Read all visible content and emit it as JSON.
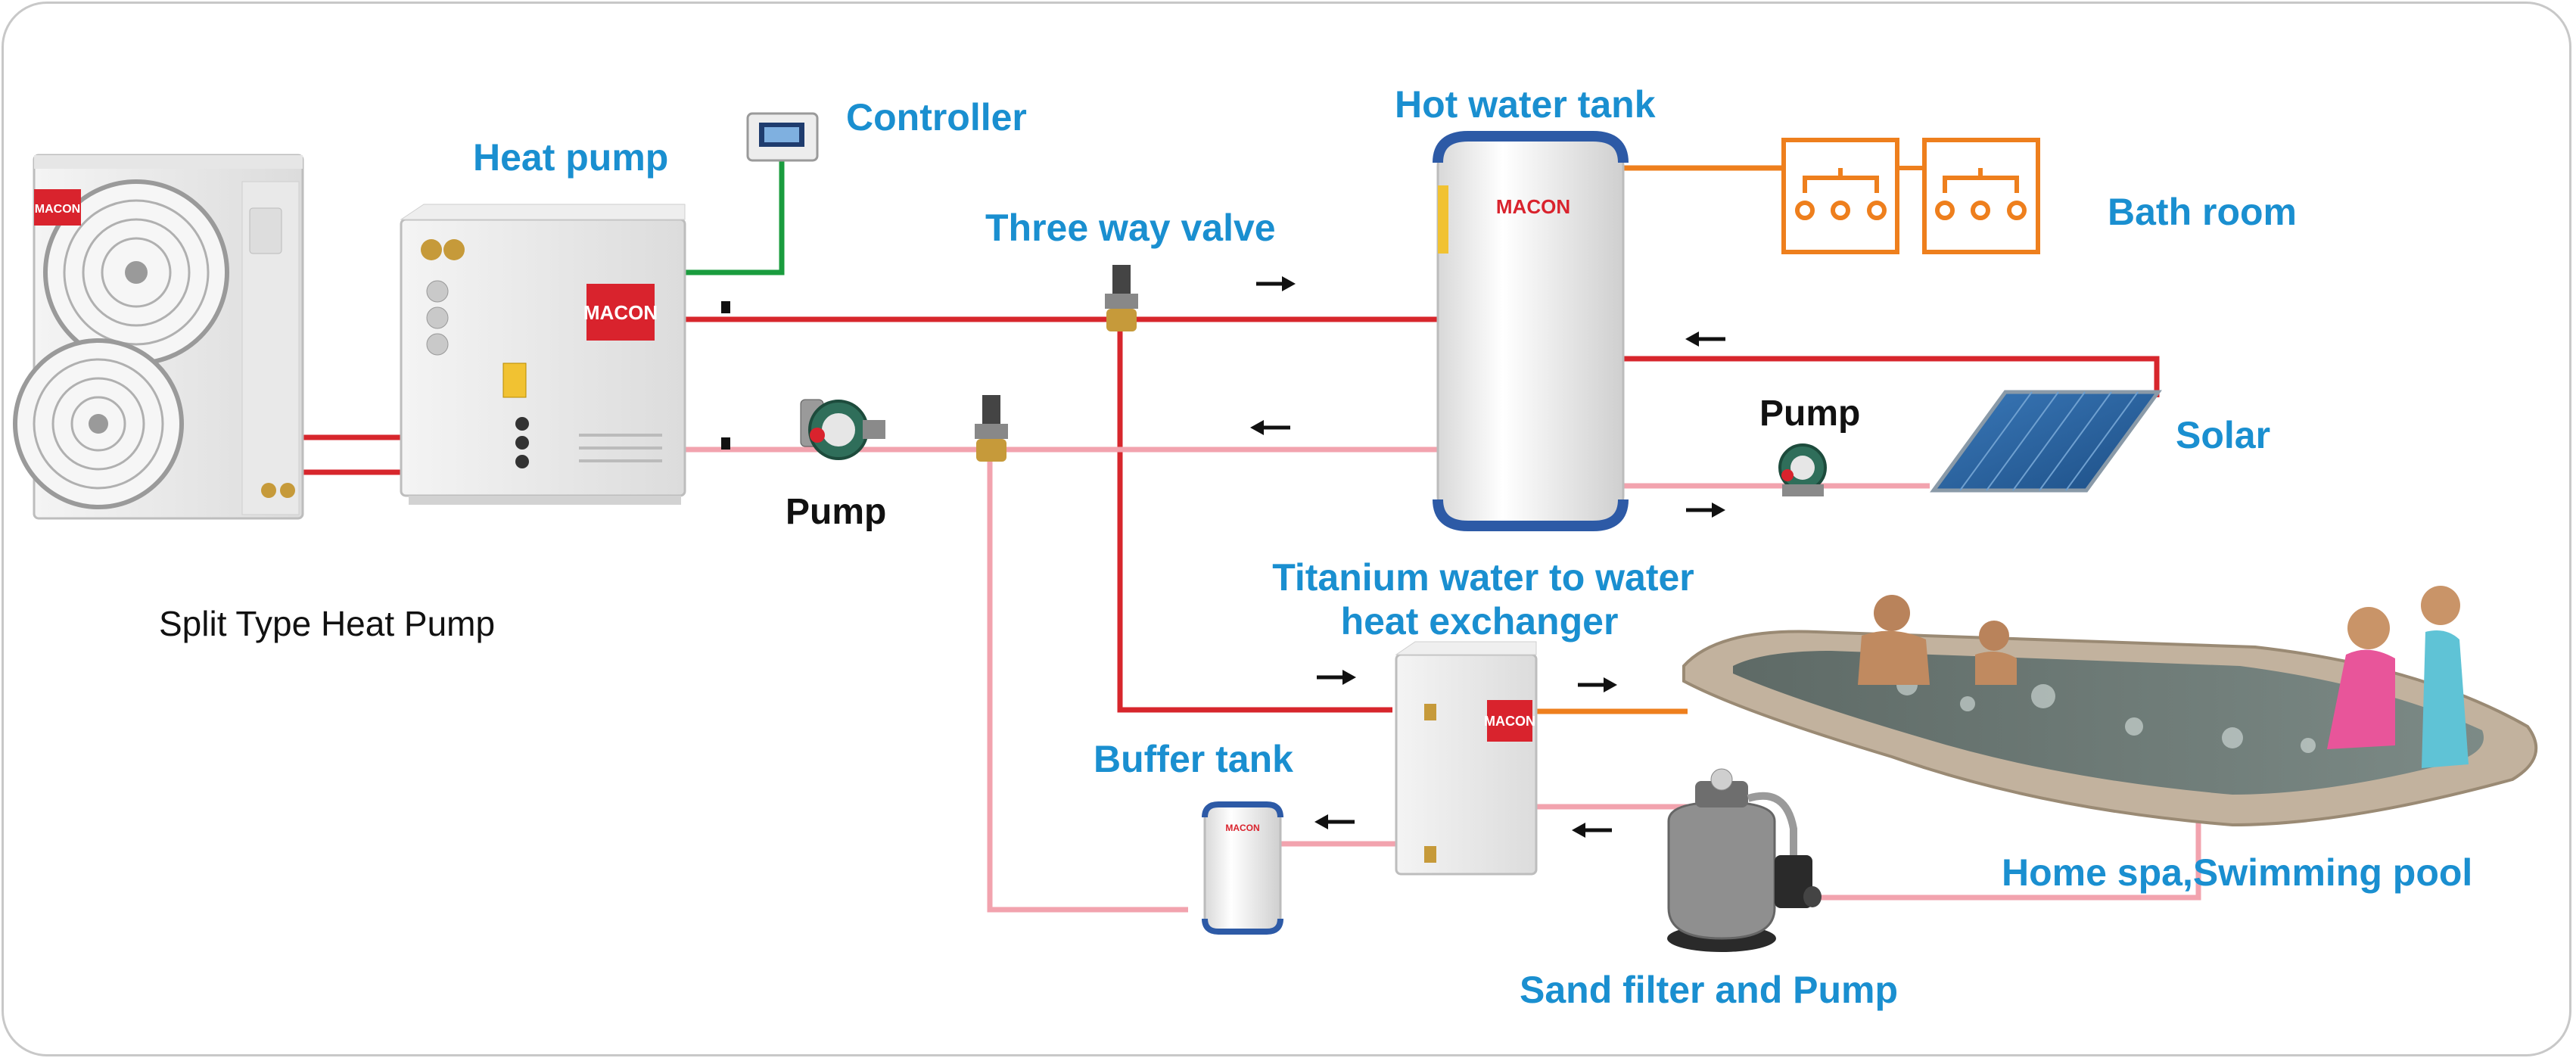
{
  "labels": {
    "controller": "Controller",
    "heat_pump": "Heat pump",
    "split_type": "Split Type Heat Pump",
    "pump_left": "Pump",
    "three_way_valve": "Three way valve",
    "hot_water_tank": "Hot water tank",
    "bath_room": "Bath room",
    "pump_right": "Pump",
    "solar": "Solar",
    "exchanger_line1": "Titanium water to water",
    "exchanger_line2": "heat exchanger",
    "buffer_tank": "Buffer tank",
    "home_spa": "Home spa,Swimming pool",
    "sand_filter": "Sand filter  and Pump"
  },
  "brand": "MACON",
  "colors": {
    "label_blue": "#1a8fd0",
    "hot_pipe": "#d7262c",
    "cold_pipe": "#f2a3ae",
    "control_wire": "#1a9c3e",
    "bath_pipe": "#ee7f1d",
    "brand_red": "#d9232d"
  }
}
